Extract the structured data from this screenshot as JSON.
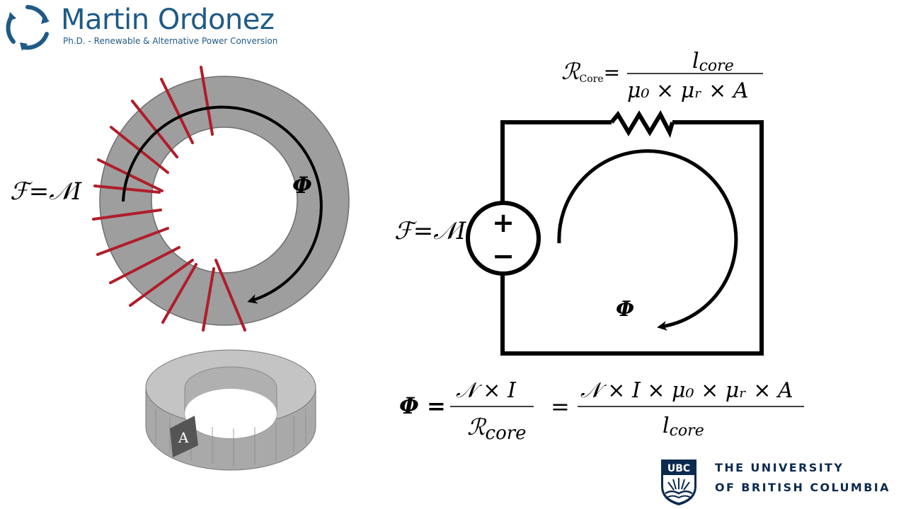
{
  "brand": {
    "name": "Martin Ordonez",
    "subtitle": "Ph.D. - Renewable & Alternative Power Conversion"
  },
  "toroid": {
    "mmf_label": "ℱ=𝒩I",
    "flux_label": "Φ",
    "area_label": "A"
  },
  "circuit": {
    "reluctance_symbol": "ℛ",
    "reluctance_subscript": "Core",
    "reluctance_numerator": "l",
    "reluctance_numerator_sub": "core",
    "reluctance_denominator": "μ₀ × μᵣ × A",
    "source_plus": "+",
    "source_minus": "−",
    "mmf_label": "ℱ=𝒩I",
    "flux_label": "Φ"
  },
  "flux_equation": {
    "lhs": "Φ =",
    "frac1_numerator": "𝒩 ×  I",
    "frac1_denominator": "ℛ",
    "frac1_denominator_sub": "core",
    "equals": "=",
    "frac2_numerator": "𝒩 × I × μ₀ × μᵣ × A",
    "frac2_denominator": "l",
    "frac2_denominator_sub": "core"
  },
  "institution": {
    "crest_label": "UBC",
    "line1": "THE UNIVERSITY",
    "line2": "OF BRITISH COLUMBIA"
  },
  "colors": {
    "brand_blue": "#1f5a86",
    "core_gray": "#9e9e9e",
    "winding_red": "#b01d2a",
    "ubc_navy": "#0c2a4f"
  }
}
